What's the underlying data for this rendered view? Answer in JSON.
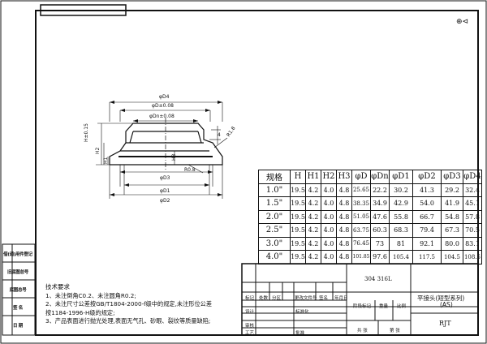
{
  "corner_mark": "⊕⊲",
  "side_labels": [
    "借(通)用件登记",
    "旧底图总号",
    "底图总号",
    "签 名",
    "日 期"
  ],
  "dimensions": {
    "d4": "φD4",
    "d_tol": "φD±0.08",
    "dn_tol": "φDn±0.08",
    "h_tol": "H±0.15",
    "h2": "H2",
    "h1": "H1",
    "h3": "H3",
    "four": "4",
    "r18": "R1.8",
    "r08": "R0.8",
    "d3": "φD3",
    "d1": "φD1",
    "d2": "φD2"
  },
  "spec_table": {
    "headers": [
      "规格",
      "H",
      "H1",
      "H2",
      "H3",
      "φD",
      "φDn",
      "φD1",
      "φD2",
      "φD3",
      "φD4"
    ],
    "rows": [
      [
        "1.0\"",
        "19.5",
        "4.2",
        "4.0",
        "4.8",
        "25.65",
        "22.2",
        "30.2",
        "41.3",
        "29.2",
        "32.4"
      ],
      [
        "1.5\"",
        "19.5",
        "4.2",
        "4.0",
        "4.8",
        "38.35",
        "34.9",
        "42.9",
        "54.0",
        "41.9",
        "45.1"
      ],
      [
        "2.0\"",
        "19.5",
        "4.2",
        "4.0",
        "4.8",
        "51.05",
        "47.6",
        "55.8",
        "66.7",
        "54.8",
        "57.8"
      ],
      [
        "2.5\"",
        "19.5",
        "4.2",
        "4.0",
        "4.8",
        "63.75",
        "60.3",
        "68.3",
        "79.4",
        "67.3",
        "70.5"
      ],
      [
        "3.0\"",
        "19.5",
        "4.2",
        "4.0",
        "4.8",
        "76.45",
        "73",
        "81",
        "92.1",
        "80.0",
        "83.1"
      ],
      [
        "4.0\"",
        "19.5",
        "4.2",
        "4.0",
        "4.8",
        "101.85",
        "97.6",
        "105.4",
        "117.5",
        "104.5",
        "108.6"
      ]
    ]
  },
  "notes": {
    "title": "技术要求",
    "items": [
      "1、未注倒角C0.2、未注圆角R0.2;",
      "2、未注尺寸公差按GB/T1804-2000-f级中的规定,未注形位公差",
      "按1184-1996-H级的规定;",
      "3、产品表面进行抛光处理,表面无气孔、砂眼、裂纹等质量缺陷;"
    ]
  },
  "title_block": {
    "material": "304 316L",
    "part_name": "平接头(短型系列)",
    "part_code": "(AS)",
    "drawing_no": "RJT",
    "labels": {
      "mark": "标记",
      "count": "处数",
      "zone": "分区",
      "change_doc": "更改文件号",
      "sign": "签名",
      "date": "年月日",
      "design": "设计",
      "standardize": "标准化",
      "stage_mark": "阶段标记",
      "weight": "重量",
      "scale": "比例",
      "review": "审核",
      "process": "工艺",
      "approve": "批准",
      "sheet": "共 张",
      "sheet_no": "第 张"
    }
  }
}
